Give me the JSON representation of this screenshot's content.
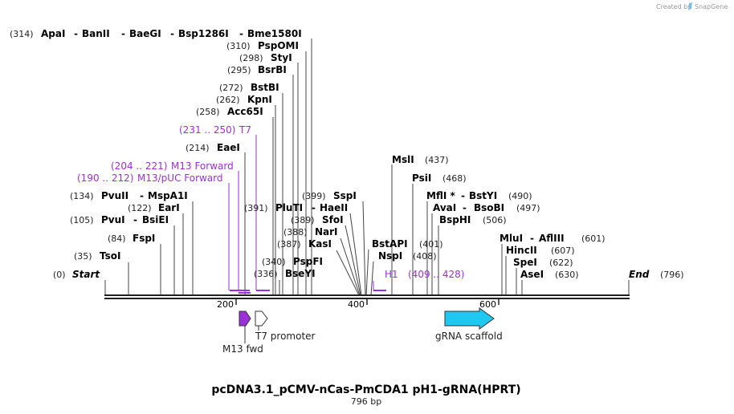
{
  "watermark": {
    "text": "Created by",
    "brand": "SnapGene"
  },
  "map": {
    "title": "pcDNA3.1_pCMV-nCas-PmCDA1 pH1-gRNA(HPRT)",
    "length_label": "796 bp",
    "axis_ticks": [
      "200",
      "400",
      "600"
    ],
    "start": {
      "pos": "(0)",
      "label": "Start"
    },
    "end": {
      "pos": "(796)",
      "label": "End"
    }
  },
  "site_labels": [
    {
      "pos": "(314)",
      "names": [
        "ApaI",
        "BanII",
        "BaeGI",
        "Bsp1286I",
        "Bme1580I"
      ]
    },
    {
      "pos": "(310)",
      "names": [
        "PspOMI"
      ]
    },
    {
      "pos": "(298)",
      "names": [
        "StyI"
      ]
    },
    {
      "pos": "(295)",
      "names": [
        "BsrBI"
      ]
    },
    {
      "pos": "(272)",
      "names": [
        "BstBI"
      ]
    },
    {
      "pos": "(262)",
      "names": [
        "KpnI"
      ]
    },
    {
      "pos": "(258)",
      "names": [
        "Acc65I"
      ]
    },
    {
      "pos": "(214)",
      "names": [
        "EaeI"
      ]
    },
    {
      "pos": "(134)",
      "names": [
        "PvuII",
        "MspA1I"
      ]
    },
    {
      "pos": "(122)",
      "names": [
        "EarI"
      ]
    },
    {
      "pos": "(105)",
      "names": [
        "PvuI",
        "BsiEI"
      ]
    },
    {
      "pos": "(84)",
      "names": [
        "FspI"
      ]
    },
    {
      "pos": "(35)",
      "names": [
        "TsoI"
      ]
    },
    {
      "pos": "(391)",
      "names": [
        "PluTI",
        "HaeII"
      ]
    },
    {
      "pos": "(399)",
      "names": [
        "SspI"
      ]
    },
    {
      "pos": "(389)",
      "names": [
        "SfoI"
      ]
    },
    {
      "pos": "(388)",
      "names": [
        "NarI"
      ]
    },
    {
      "pos": "(387)",
      "names": [
        "KasI"
      ]
    },
    {
      "pos": "(340)",
      "names": [
        "PspFI"
      ]
    },
    {
      "pos": "(336)",
      "names": [
        "BseYI"
      ]
    },
    {
      "pos": "(437)",
      "names": [
        "MslI"
      ]
    },
    {
      "pos": "(468)",
      "names": [
        "PsiI"
      ]
    },
    {
      "pos": "(490)",
      "names": [
        "MflI *",
        "BstYI"
      ]
    },
    {
      "pos": "(497)",
      "names": [
        "AvaI",
        "BsoBI"
      ]
    },
    {
      "pos": "(506)",
      "names": [
        "BspHI"
      ]
    },
    {
      "pos": "(401)",
      "names": [
        "BstAPI"
      ]
    },
    {
      "pos": "(408)",
      "names": [
        "NspI"
      ]
    },
    {
      "pos": "(601)",
      "names": [
        "MluI",
        "AflIII"
      ]
    },
    {
      "pos": "(607)",
      "names": [
        "HincII"
      ]
    },
    {
      "pos": "(622)",
      "names": [
        "SpeI"
      ]
    },
    {
      "pos": "(630)",
      "names": [
        "AseI"
      ]
    }
  ],
  "primers": [
    {
      "range": "(231 .. 250)",
      "name": "T7"
    },
    {
      "range": "(204 .. 221)",
      "name": "M13 Forward"
    },
    {
      "range": "(190 .. 212)",
      "name": "M13/pUC Forward"
    },
    {
      "name": "H1",
      "range": "(409 .. 428)"
    }
  ],
  "features": [
    {
      "name": "M13 fwd",
      "color": "#9b30d9"
    },
    {
      "name": "T7 promoter",
      "color": "#ffffff"
    },
    {
      "name": "gRNA scaffold",
      "color": "#1ec8f0"
    }
  ],
  "colors": {
    "primer": "#9b30d9",
    "backbone": "#222222"
  }
}
